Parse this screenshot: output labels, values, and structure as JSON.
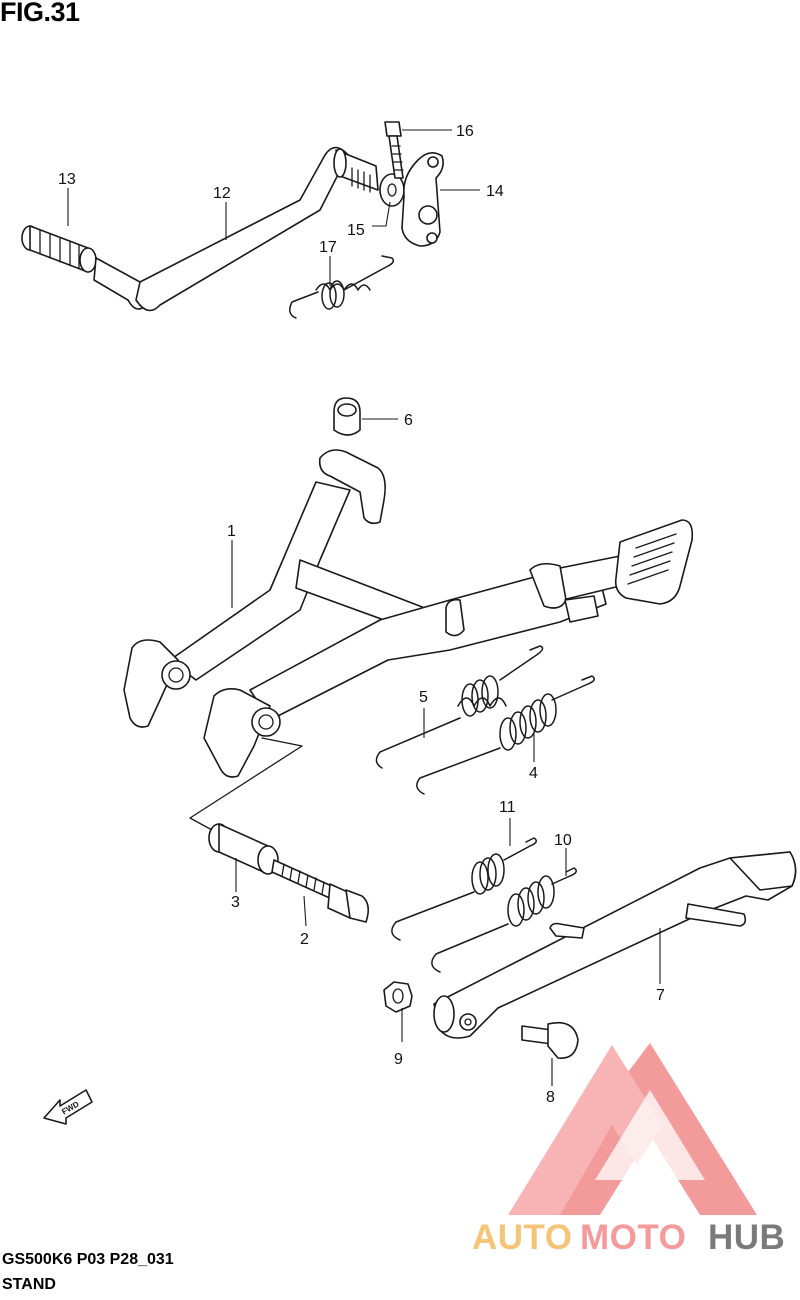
{
  "figure": {
    "title": "FIG.31",
    "code": "GS500K6 P03 P28_031",
    "name": "STAND"
  },
  "callouts": [
    {
      "id": "1",
      "label": "1"
    },
    {
      "id": "2",
      "label": "2"
    },
    {
      "id": "3",
      "label": "3"
    },
    {
      "id": "4",
      "label": "4"
    },
    {
      "id": "5",
      "label": "5"
    },
    {
      "id": "6",
      "label": "6"
    },
    {
      "id": "7",
      "label": "7"
    },
    {
      "id": "8",
      "label": "8"
    },
    {
      "id": "9",
      "label": "9"
    },
    {
      "id": "10",
      "label": "10"
    },
    {
      "id": "11",
      "label": "11"
    },
    {
      "id": "12",
      "label": "12"
    },
    {
      "id": "13",
      "label": "13"
    },
    {
      "id": "14",
      "label": "14"
    },
    {
      "id": "15",
      "label": "15"
    },
    {
      "id": "16",
      "label": "16"
    },
    {
      "id": "17",
      "label": "17"
    }
  ],
  "direction_marker": {
    "label": "FWD"
  },
  "watermark": {
    "part_a": "AUTO",
    "part_b": "MOTO",
    "part_c": "HUB",
    "colors": {
      "auto": "#f6c478",
      "moto": "#f49a9a",
      "hub": "#7a7a7a",
      "logo": "#f26b6b"
    }
  }
}
